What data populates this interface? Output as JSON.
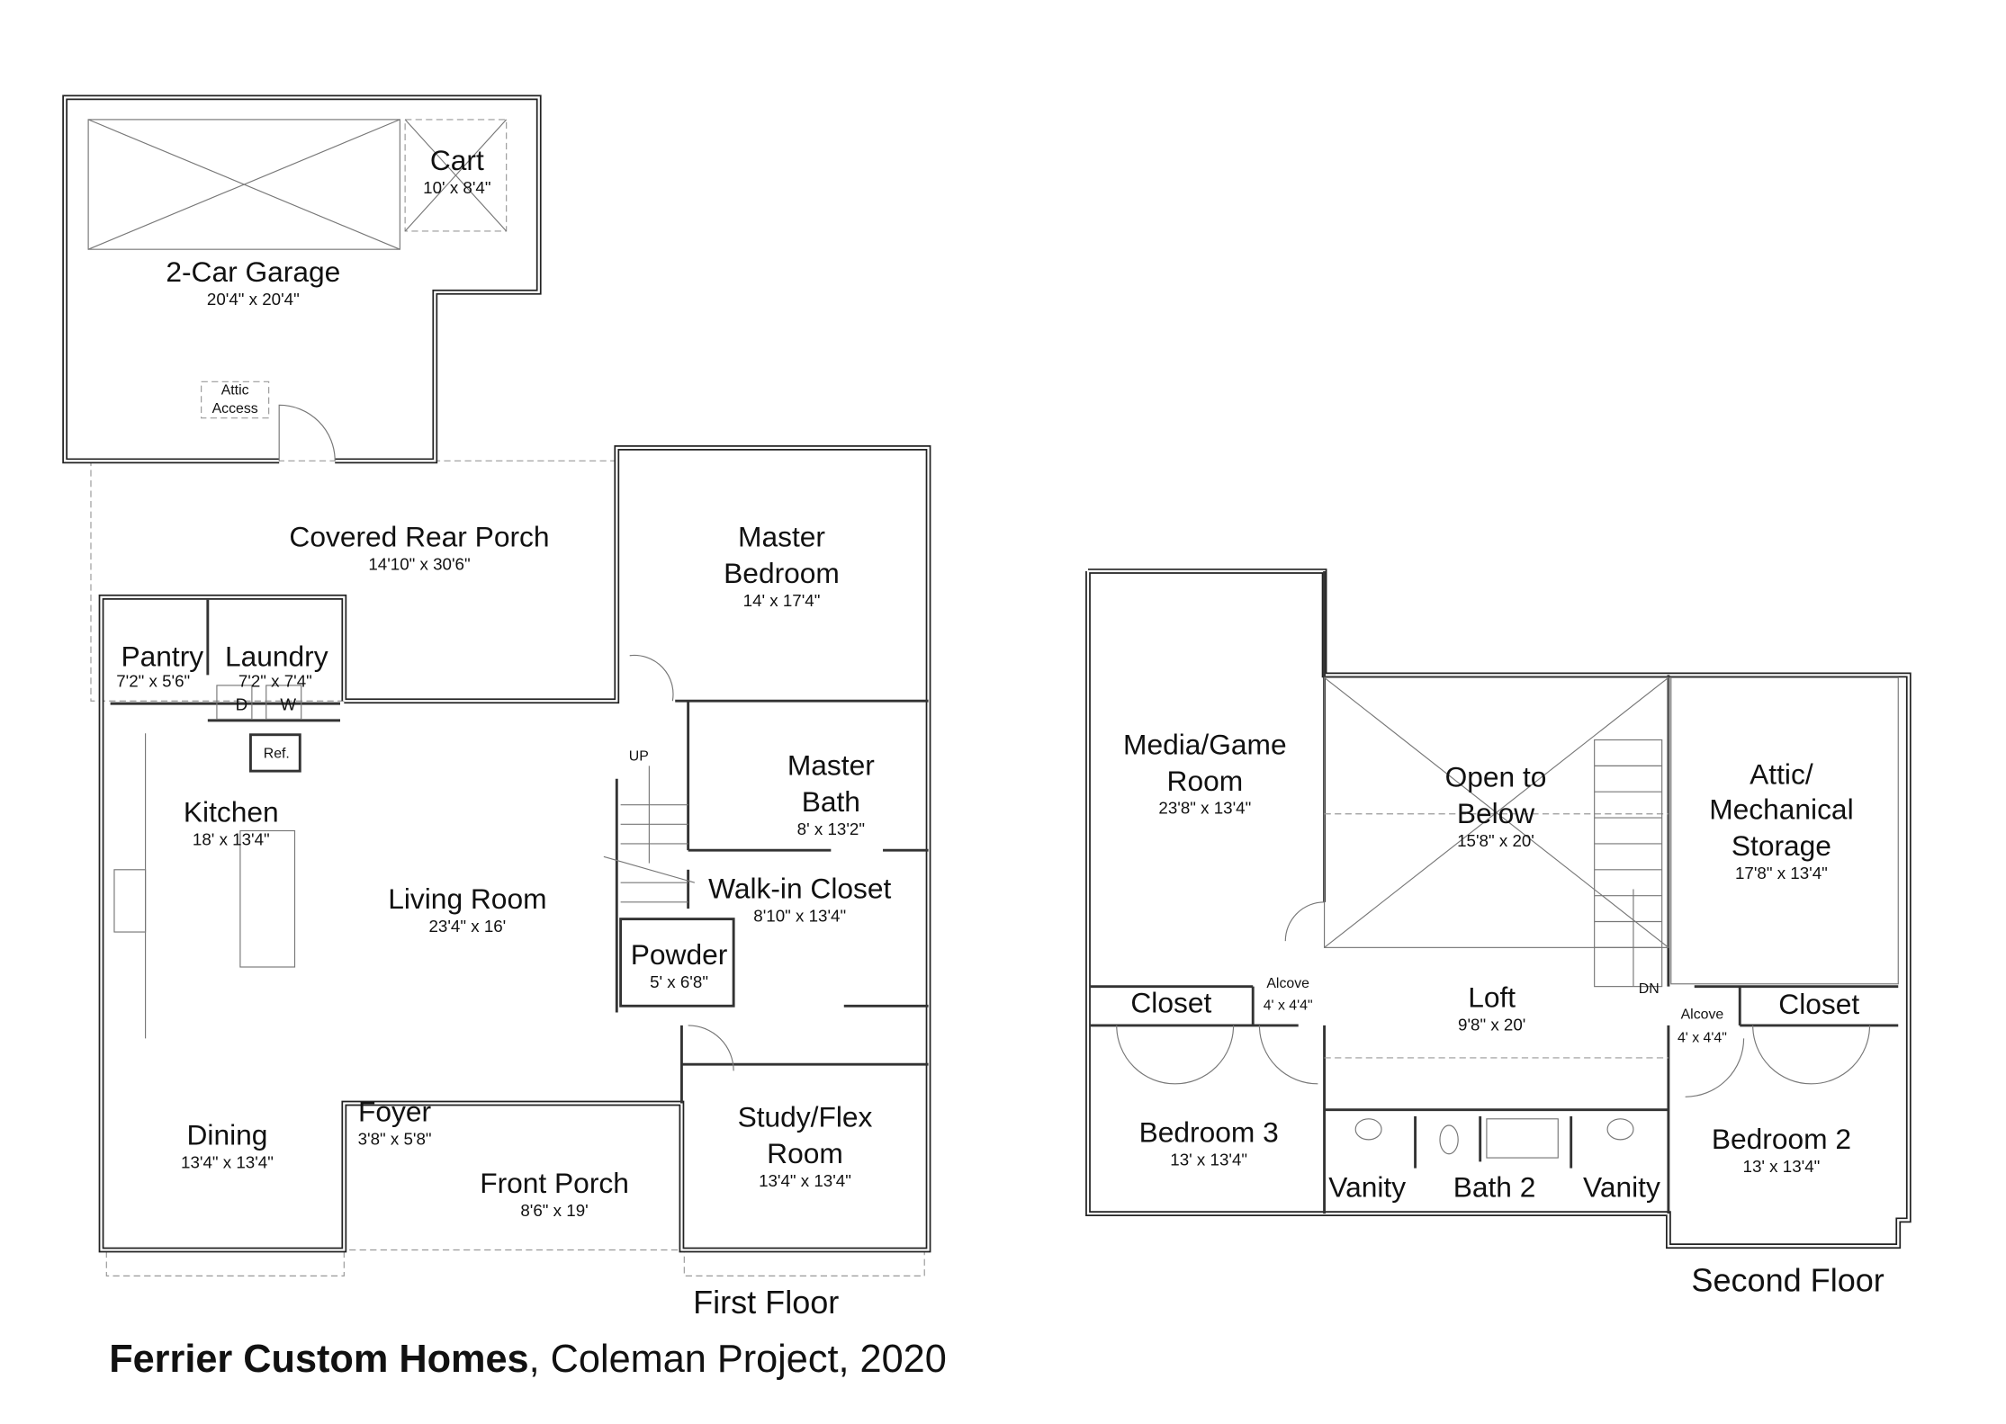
{
  "caption": {
    "company": "Ferrier Custom Homes",
    "rest": ", Coleman Project, 2020"
  },
  "first_floor": {
    "label": "First Floor",
    "rooms": [
      {
        "name": "Cart",
        "dims": "10' x 8'4\""
      },
      {
        "name": "2-Car Garage",
        "dims": "20'4\" x 20'4\""
      },
      {
        "name": "Attic",
        "dims": "Access"
      },
      {
        "name": "Covered Rear Porch",
        "dims": "14'10\" x 30'6\""
      },
      {
        "name": "Master",
        "name2": "Bedroom",
        "dims": "14' x 17'4\""
      },
      {
        "name": "Pantry",
        "dims": "7'2\" x 5'6\""
      },
      {
        "name": "Laundry",
        "dims": "7'2\" x 7'4\""
      },
      {
        "name": "Master",
        "name2": "Bath",
        "dims": "8' x 13'2\""
      },
      {
        "name": "Kitchen",
        "dims": "18' x 13'4\""
      },
      {
        "name": "Living Room",
        "dims": "23'4\" x 16'"
      },
      {
        "name": "Walk-in Closet",
        "dims": "8'10\" x 13'4\""
      },
      {
        "name": "Powder",
        "dims": "5' x 6'8\""
      },
      {
        "name": "Dining",
        "dims": "13'4\" x 13'4\""
      },
      {
        "name": "Foyer",
        "dims": "3'8\" x 5'8\""
      },
      {
        "name": "Front Porch",
        "dims": "8'6\" x 19'"
      },
      {
        "name": "Study/Flex",
        "name2": "Room",
        "dims": "13'4\" x 13'4\""
      }
    ],
    "fixtures": {
      "dryer": "D",
      "washer": "W",
      "fridge": "Ref.",
      "stairs": "UP"
    }
  },
  "second_floor": {
    "label": "Second Floor",
    "rooms": [
      {
        "name": "Media/Game",
        "name2": "Room",
        "dims": "23'8\" x 13'4\""
      },
      {
        "name": "Open to",
        "name2": "Below",
        "dims": "15'8\" x 20'"
      },
      {
        "name": "Attic/",
        "name2": "Mechanical",
        "name3": "Storage",
        "dims": "17'8\" x 13'4\""
      },
      {
        "name": "Closet"
      },
      {
        "name": "Alcove",
        "dims": "4' x 4'4\""
      },
      {
        "name": "Loft",
        "dims": "9'8\" x 20'"
      },
      {
        "name": "Alcove",
        "dims": "4' x 4'4\""
      },
      {
        "name": "Closet"
      },
      {
        "name": "Bedroom 3",
        "dims": "13' x 13'4\""
      },
      {
        "name": "Vanity"
      },
      {
        "name": "Bath 2"
      },
      {
        "name": "Vanity"
      },
      {
        "name": "Bedroom 2",
        "dims": "13' x 13'4\""
      }
    ],
    "fixtures": {
      "stairs": "DN"
    }
  }
}
